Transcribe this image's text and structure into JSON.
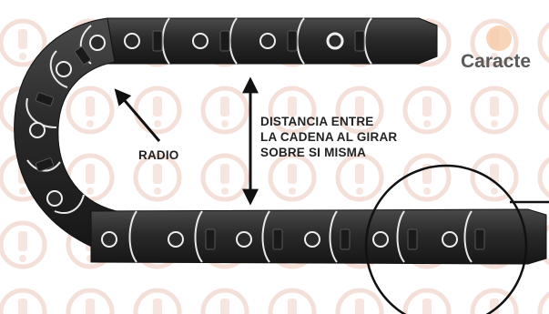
{
  "labels": {
    "radio": "RADIO",
    "distance_line1": "DISTANCIA ENTRE",
    "distance_line2": "LA CADENA AL GIRAR",
    "distance_line3": "SOBRE SI MISMA"
  },
  "heading": "Caracte",
  "colors": {
    "link_dark": "#1f1f1f",
    "link_light": "#4a4a4a",
    "link_edge": "#e8e8e8",
    "arrow": "#111111",
    "text": "#222222",
    "heading": "#5a5a5a",
    "watermark": "#f3dcd4",
    "accent_badge": "#f6c9a8"
  },
  "watermark_icons": [
    "circle-pattern-icon",
    "machine-icon",
    "bird-icon",
    "exclamation-icon",
    "phone-icon",
    "bus-icon",
    "road-icon"
  ]
}
